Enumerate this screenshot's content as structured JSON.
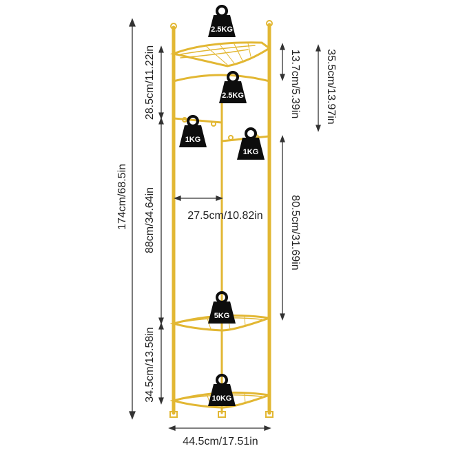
{
  "product": {
    "frame_color": "#e2b733",
    "frame_dark": "#b8901c",
    "weight_color": "#0d0d0d"
  },
  "weights": {
    "top_shelf": "2.5KG",
    "upper_shelf": "2.5KG",
    "left_hook": "1KG",
    "right_hook": "1KG",
    "middle_shelf": "5KG",
    "bottom_shelf": "10KG"
  },
  "dimensions": {
    "total_height": "174cm/68.5in",
    "top_section": "28.5cm/11.22in",
    "middle_section": "88cm/34.64in",
    "bottom_section": "34.5cm/13.58in",
    "shelf_gap": "13.7cm/5.39in",
    "top_to_hook": "35.5cm/13.97in",
    "hook_to_shelf": "80.5cm/31.69in",
    "shelf_depth": "27.5cm/10.82in",
    "width": "44.5cm/17.51in"
  }
}
